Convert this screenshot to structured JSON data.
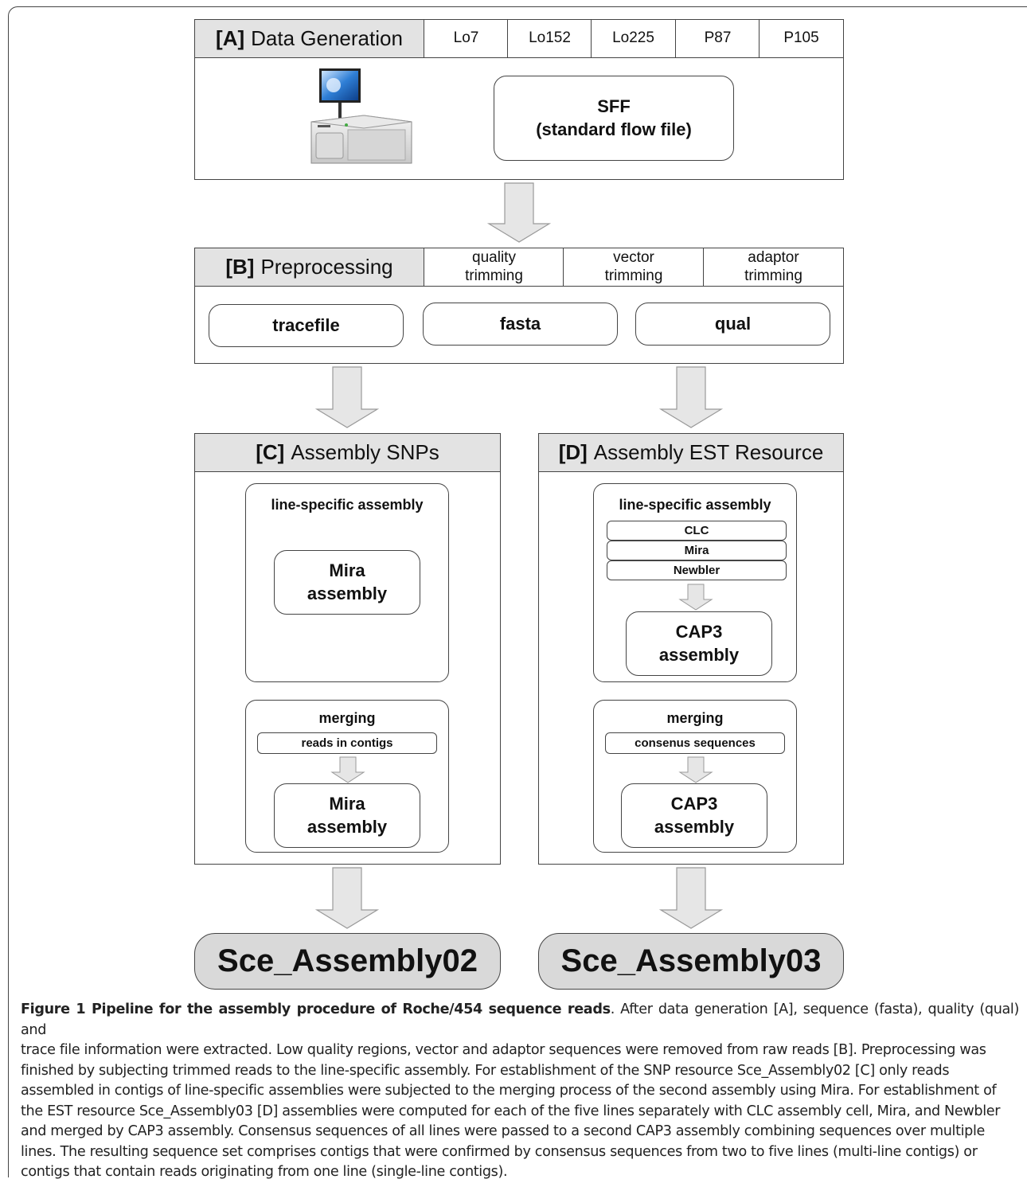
{
  "sectionA": {
    "tag": "[A]",
    "title": "Data Generation",
    "lines": [
      "Lo7",
      "Lo152",
      "Lo225",
      "P87",
      "P105"
    ],
    "sff": {
      "line1": "SFF",
      "line2": "(standard flow file)"
    }
  },
  "sectionB": {
    "tag": "[B]",
    "title": "Preprocessing",
    "steps": [
      {
        "line1": "quality",
        "line2": "trimming"
      },
      {
        "line1": "vector",
        "line2": "trimming"
      },
      {
        "line1": "adaptor",
        "line2": "trimming"
      }
    ],
    "files": [
      "tracefile",
      "fasta",
      "qual"
    ]
  },
  "sectionC": {
    "tag": "[C]",
    "title": "Assembly SNPs",
    "line_specific": {
      "title": "line-specific assembly",
      "box_line1": "Mira",
      "box_line2": "assembly"
    },
    "merging": {
      "title": "merging",
      "input": "reads in contigs",
      "box_line1": "Mira",
      "box_line2": "assembly"
    },
    "output": "Sce_Assembly02"
  },
  "sectionD": {
    "tag": "[D]",
    "title": "Assembly EST Resource",
    "line_specific": {
      "title": "line-specific assembly",
      "tools": [
        "CLC",
        "Mira",
        "Newbler"
      ],
      "box_line1": "CAP3",
      "box_line2": "assembly"
    },
    "merging": {
      "title": "merging",
      "input": "consenus sequences",
      "box_line1": "CAP3",
      "box_line2": "assembly"
    },
    "output": "Sce_Assembly03"
  },
  "caption": {
    "label": "Figure 1 Pipeline for the assembly procedure of Roche/454 sequence reads",
    "lines": [
      ". After data generation [A], sequence (fasta), quality (qual) and",
      "trace file information were extracted. Low quality regions, vector and adaptor sequences were removed from raw reads [B]. Preprocessing was",
      "finished by subjecting trimmed reads to the line-specific assembly. For establishment of the SNP resource Sce_Assembly02 [C] only reads",
      "assembled in contigs of line-specific assemblies were subjected to the merging process of the second assembly using Mira. For establishment of",
      "the EST resource Sce_Assembly03 [D] assemblies were computed for each of the five lines separately with CLC assembly cell, Mira, and Newbler",
      "and merged by CAP3 assembly. Consensus sequences of all lines were passed to a second CAP3 assembly combining sequences over multiple",
      "lines. The resulting sequence set comprises contigs that were confirmed by consensus sequences from two to five lines (multi-line contigs) or",
      "contigs that contain reads originating from one line (single-line contigs)."
    ]
  }
}
